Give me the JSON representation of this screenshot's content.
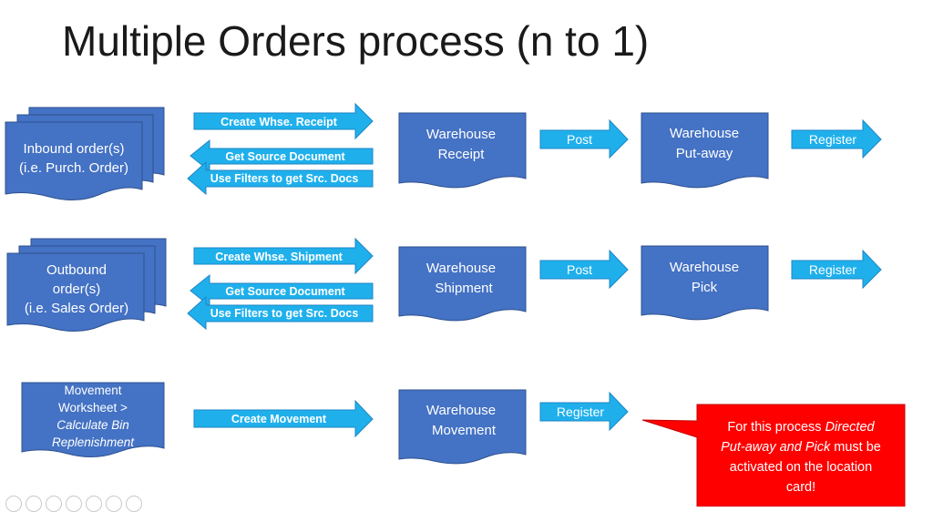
{
  "slide": {
    "title": "Multiple Orders process (n to 1)"
  },
  "colors": {
    "box_fill": "#4472c4",
    "box_stroke": "#2f528f",
    "arrow_fill": "#1fb0ec",
    "arrow_stroke": "#1e86c4",
    "callout_fill": "#ff0000",
    "callout_stroke": "#c00000"
  },
  "inbound": {
    "source_lines": [
      "Inbound order(s)",
      "(i.e. Purch. Order)"
    ],
    "create_arrow": "Create Whse. Receipt",
    "get_arrow": "Get Source Document",
    "filter_arrow": "Use Filters to get Src. Docs",
    "doc_lines": [
      "Warehouse",
      "Receipt"
    ],
    "post_arrow": "Post",
    "activity_lines": [
      "Warehouse",
      "Put-away"
    ],
    "register_arrow": "Register"
  },
  "outbound": {
    "source_lines": [
      "Outbound",
      "order(s)",
      "(i.e. Sales Order)"
    ],
    "create_arrow": "Create Whse. Shipment",
    "get_arrow": "Get Source Document",
    "filter_arrow": "Use Filters to get Src. Docs",
    "doc_lines": [
      "Warehouse",
      "Shipment"
    ],
    "post_arrow": "Post",
    "activity_lines": [
      "Warehouse",
      "Pick"
    ],
    "register_arrow": "Register"
  },
  "movement": {
    "source_lines": [
      "Movement",
      "Worksheet >",
      "Calculate Bin",
      "Replenishment"
    ],
    "create_arrow": "Create Movement",
    "doc_lines": [
      "Warehouse",
      "Movement"
    ],
    "register_arrow": "Register"
  },
  "callout": {
    "line1_plain": "For this process ",
    "line1_italic": "Directed",
    "line2_italic": "Put-away and Pick",
    "line2_plain": " must be",
    "line3": "activated on the location",
    "line4": "card!"
  }
}
